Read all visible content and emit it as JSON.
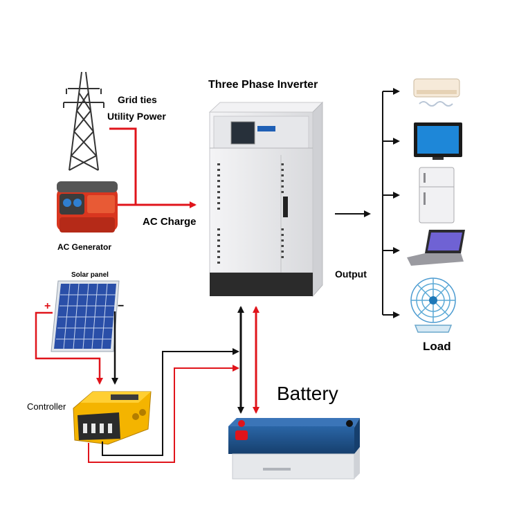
{
  "title": "Three Phase Inverter",
  "labels": {
    "grid_ties": "Grid ties",
    "utility_power": "Utility Power",
    "ac_generator": "AC Generator",
    "ac_charge": "AC Charge",
    "solar_panel": "Solar panel",
    "plus": "+",
    "minus": "−",
    "controller": "Controller",
    "battery": "Battery",
    "output": "Output",
    "load": "Load"
  },
  "colors": {
    "red_wire": "#e0141b",
    "black_wire": "#111111",
    "inverter_body": "#e9eaec",
    "panel_blue": "#2a4fa8",
    "controller_yellow": "#f4b400",
    "battery_blue": "#1f4f86"
  },
  "load_icons": [
    "air-conditioner-icon",
    "television-icon",
    "refrigerator-icon",
    "laptop-icon",
    "fan-icon"
  ]
}
